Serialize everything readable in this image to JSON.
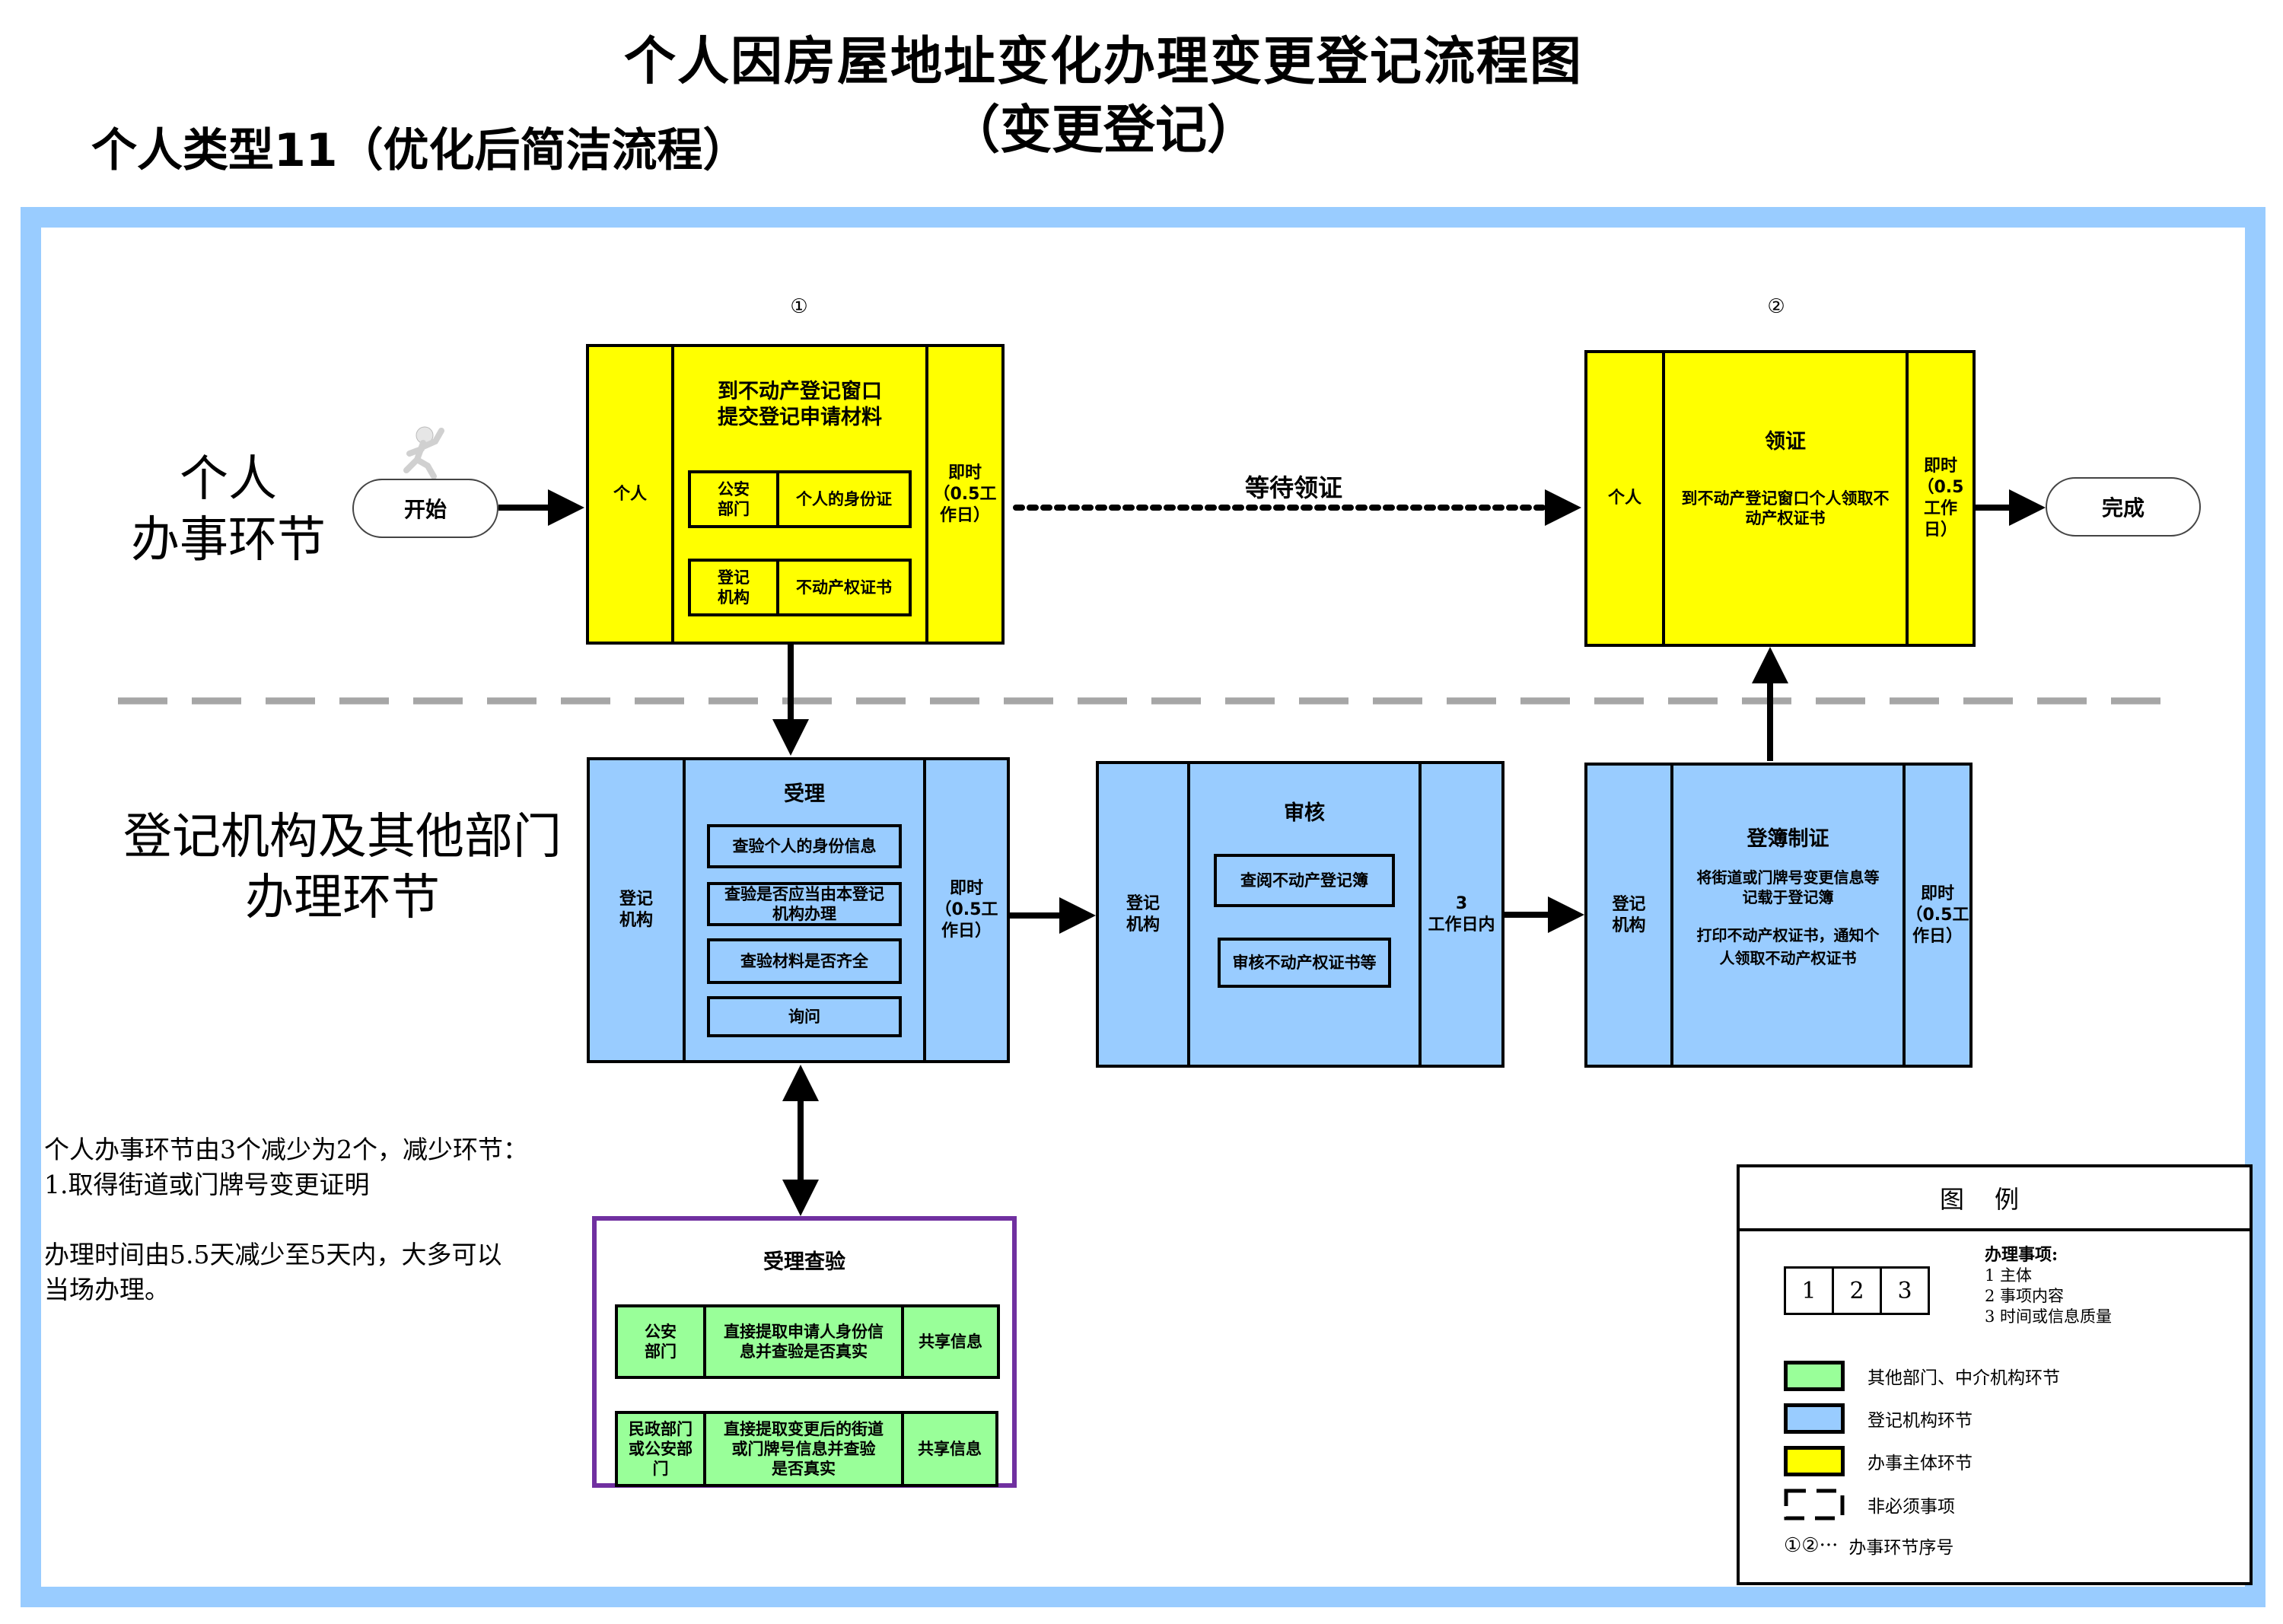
{
  "header": {
    "title_line1": "个人因房屋地址变化办理变更登记流程图",
    "title_line2": "（变更登记）",
    "subtitle": "个人类型11（优化后简洁流程）"
  },
  "lanes": {
    "individual": {
      "line1": "个人",
      "line2": "办事环节"
    },
    "agency": {
      "line1": "登记机构及其他部门",
      "line2": "办理环节"
    }
  },
  "terminals": {
    "start": "开始",
    "end": "完成"
  },
  "connectors": {
    "wait_label": "等待领证"
  },
  "steps": {
    "step1": {
      "seq": "①",
      "subject": "个人",
      "heading_line1": "到不动产登记窗口",
      "heading_line2": "提交登记申请材料",
      "materials": [
        {
          "source_line1": "公安",
          "source_line2": "部门",
          "item": "个人的身份证"
        },
        {
          "source_line1": "登记",
          "source_line2": "机构",
          "item": "不动产权证书"
        }
      ],
      "time_line1": "即时",
      "time_line2": "（0.5工",
      "time_line3": "作日）"
    },
    "step2": {
      "seq": "②",
      "subject": "个人",
      "heading": "领证",
      "content_line1": "到不动产登记窗口个人领取不",
      "content_line2": "动产权证书",
      "time_line1": "即时",
      "time_line2": "（0.5",
      "time_line3": "工作",
      "time_line4": "日）"
    },
    "accept": {
      "subject_line1": "登记",
      "subject_line2": "机构",
      "heading": "受理",
      "items": [
        {
          "line1": "查验个人的身份信息",
          "line2": ""
        },
        {
          "line1": "查验是否应当由本登记",
          "line2": "机构办理"
        },
        {
          "line1": "查验材料是否齐全",
          "line2": ""
        },
        {
          "line1": "询问",
          "line2": ""
        }
      ],
      "time_line1": "即时",
      "time_line2": "（0.5工",
      "time_line3": "作日）"
    },
    "review": {
      "subject_line1": "登记",
      "subject_line2": "机构",
      "heading": "审核",
      "items": [
        "查阅不动产登记簿",
        "审核不动产权证书等"
      ],
      "time_line1": "3",
      "time_line2": "工作日内"
    },
    "register": {
      "subject_line1": "登记",
      "subject_line2": "机构",
      "heading": "登簿制证",
      "para1_line1": "将街道或门牌号变更信息等",
      "para1_line2": "记载于登记簿",
      "para2_line1": "打印不动产权证书，通知个",
      "para2_line2": "人领取不动产权证书",
      "time_line1": "即时",
      "time_line2": "（0.5工",
      "time_line3": "作日）"
    },
    "verify": {
      "heading": "受理查验",
      "rows": [
        {
          "dept_lines": [
            "公安",
            "部门"
          ],
          "content_lines": [
            "直接提取申请人身份信",
            "息并查验是否真实"
          ],
          "mode": "共享信息"
        },
        {
          "dept_lines": [
            "民政部门",
            "或公安部",
            "门"
          ],
          "content_lines": [
            "直接提取变更后的街道",
            "或门牌号信息并查验",
            "是否真实"
          ],
          "mode": "共享信息"
        }
      ]
    }
  },
  "notes": {
    "line1": "个人办事环节由3个减少为2个，减少环节：",
    "line2": "1.取得街道或门牌号变更证明",
    "line3": "办理时间由5.5天减少至5天内，大多可以",
    "line4": "当场办理。"
  },
  "legend": {
    "title": "图例",
    "number_boxes": [
      "1",
      "2",
      "3"
    ],
    "items_heading": "办理事项:",
    "items": [
      "1 主体",
      "2 事项内容",
      "3 时间或信息质量"
    ],
    "entries": [
      {
        "label": "其他部门、中介机构环节",
        "color": "#99FF99"
      },
      {
        "label": "登记机构环节",
        "color": "#99CCFF"
      },
      {
        "label": "办事主体环节",
        "color": "#FFFF00"
      },
      {
        "label": "非必须事项",
        "style": "dashed"
      },
      {
        "label": "办事环节序号",
        "symbol": "①②···"
      }
    ]
  },
  "colors": {
    "frame": "#99CCFF",
    "individual_step": "#FFFF00",
    "agency_step": "#99CCFF",
    "other_dept": "#99FF99",
    "verify_border": "#7030A0",
    "lane_divider": "#A6A6A6"
  }
}
